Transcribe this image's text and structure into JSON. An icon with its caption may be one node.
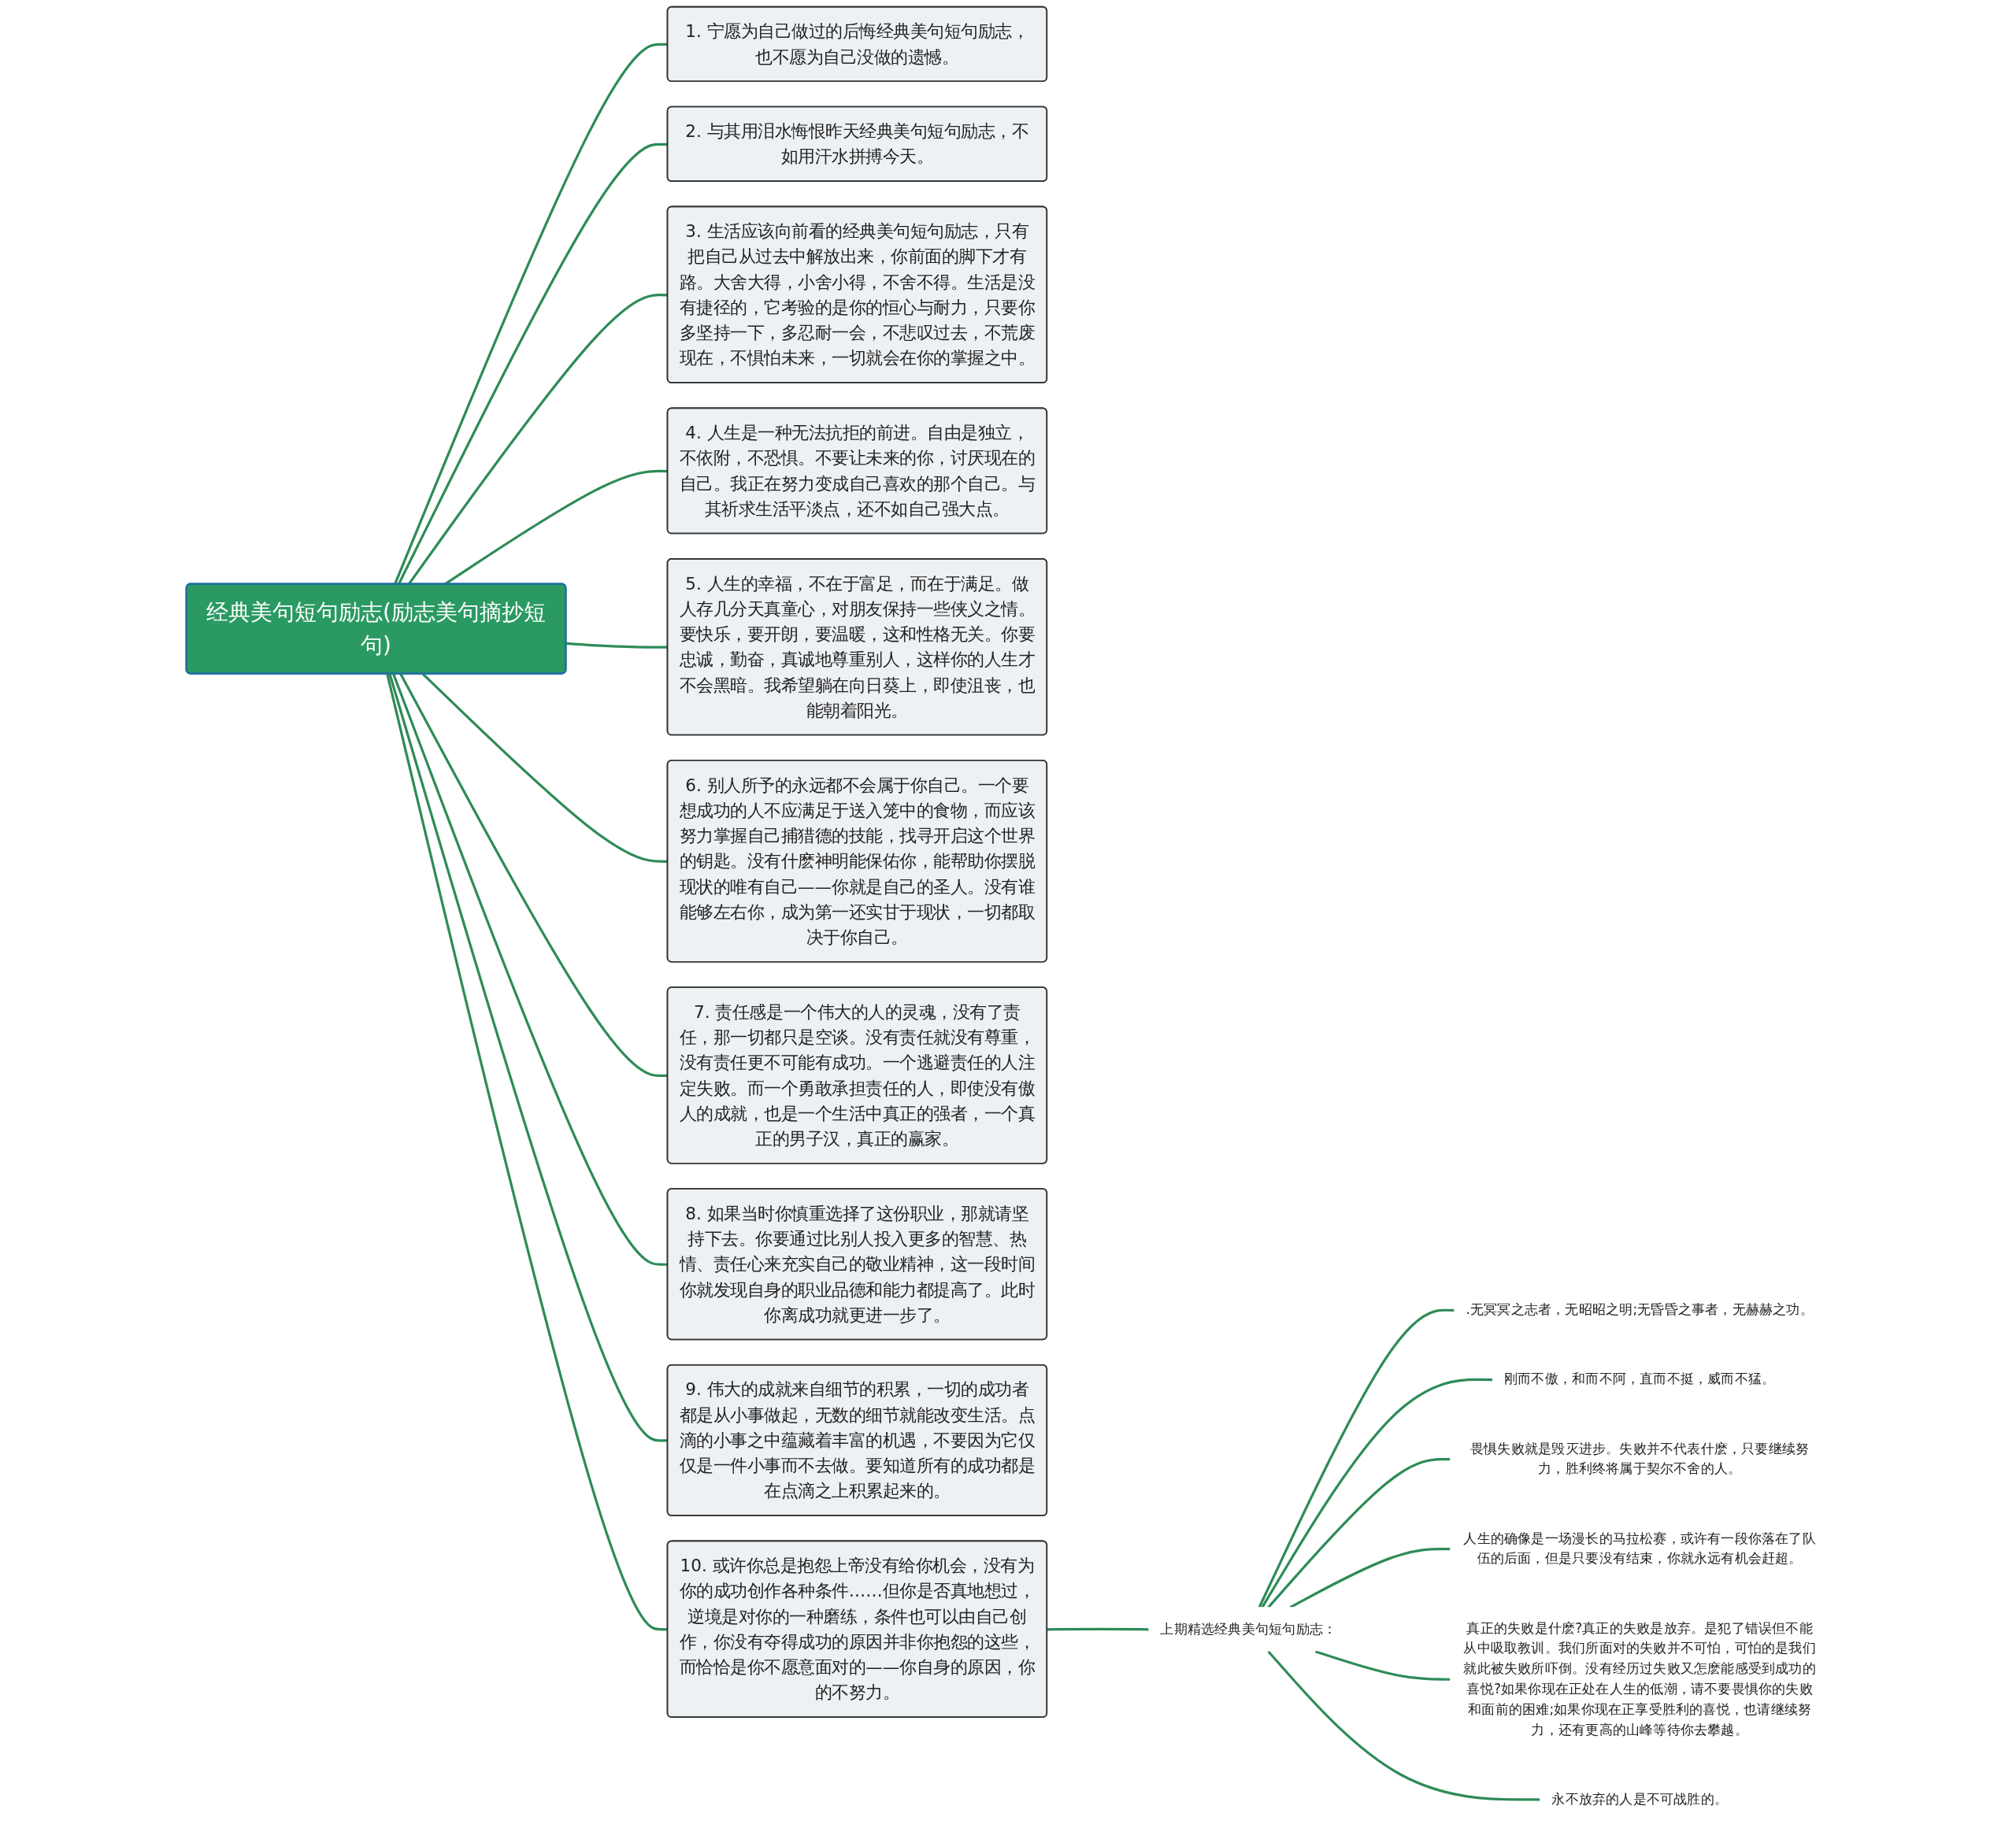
{
  "diagram": {
    "nodes": [
      {
        "text": [
          "经典美句短句励志(励志美句摘抄短句)"
        ]
      },
      {
        "text": [
          "1. 宁愿为自己做过的后悔经典美句短句励志，也不愿为自己没做的遗憾。"
        ]
      },
      {
        "text": [
          "2. 与其用泪水悔恨昨天经典美句短句励志，不如用汗水拼搏今天。"
        ]
      },
      {
        "text": [
          "3. 生活应该向前看的经典美句短句励志，只有把自己从过去中解放出来，你前面的脚下才有路。大舍大得，小舍小得，不舍不得。生活是没有捷径的，它考验的是你的恒心与耐力，只要你多坚持一下，多忍耐一会，不悲叹过去，不荒废现在，不惧怕未来，一切就会在你的掌握之中。"
        ]
      },
      {
        "text": [
          "4. 人生是一种无法抗拒的前进。自由是独立，不依附，不恐惧。不要让未来的你，讨厌现在的自己。我正在努力变成自己喜欢的那个自己。与其祈求生活平淡点，还不如自己强大点。"
        ]
      },
      {
        "text": [
          "5. 人生的幸福，不在于富足，而在于满足。做人存几分天真童心，对朋友保持一些侠义之情。要快乐，要开朗，要温暖，这和性格无关。你要忠诚，勤奋，真诚地尊重别人，这样你的人生才不会黑暗。我希望躺在向日葵上，即使沮丧，也能朝着阳光。"
        ]
      },
      {
        "text": [
          "6. 别人所予的永远都不会属于你自己。一个要想成功的人不应满足于送入笼中的食物，而应该努力掌握自己捕猎德的技能，找寻开启这个世界的钥匙。没有什麽神明能保佑你，能帮助你摆脱现状的唯有自己——你就是自己的圣人。没有谁能够左右你，成为第一还实甘于现状，一切都取决于你自己。"
        ]
      },
      {
        "text": [
          "7. 责任感是一个伟大的人的灵魂，没有了责任，那一切都只是空谈。没有责任就没有尊重，没有责任更不可能有成功。一个逃避责任的人注定失败。而一个勇敢承担责任的人，即使没有傲人的成就，也是一个生活中真正的强者，一个真正的男子汉，真正的赢家。"
        ]
      },
      {
        "text": [
          "8. 如果当时你慎重选择了这份职业，那就请坚持下去。你要通过比别人投入更多的智慧、热情、责任心来充实自己的敬业精神，这一段时间你就发现自身的职业品德和能力都提高了。此时你离成功就更进一步了。"
        ]
      },
      {
        "text": [
          "9. 伟大的成就来自细节的积累，一切的成功者都是从小事做起，无数的细节就能改变生活。点滴的小事之中蕴藏着丰富的机遇，不要因为它仅仅是一件小事而不去做。要知道所有的成功都是在点滴之上积累起来的。"
        ]
      },
      {
        "text": [
          "10. 或许你总是抱怨上帝没有给你机会，没有为你的成功创作各种条件……但你是否真地想过，逆境是对你的一种磨练，条件也可以由自己创作，你没有夺得成功的原因并非你抱怨的这些，而恰恰是你不愿意面对的——你自身的原因，你的不努力。"
        ]
      },
      {
        "text": [
          "上期精选经典美句短句励志："
        ]
      },
      {
        "text": [
          ".无冥冥之志者，无昭昭之明;无昏昏之事者，无赫赫之功。"
        ]
      },
      {
        "text": [
          "刚而不傲，和而不阿，直而不挺，威而不猛。"
        ]
      },
      {
        "text": [
          "畏惧失败就是毁灭进步。失败并不代表什麽，只要继续努力，胜利终将属于契尔不舍的人。"
        ]
      },
      {
        "text": [
          "人生的确像是一场漫长的马拉松赛，或许有一段你落在了队伍的后面，但是只要没有结束，你就永远有机会赶超。"
        ]
      },
      {
        "text": [
          "真正的失败是什麽?真正的失败是放弃。是犯了错误但不能从中吸取教训。我们所面对的失败并不可怕，可怕的是我们就此被失败所吓倒。没有经历过失败又怎麽能感受到成功的喜悦?如果你现在正处在人生的低潮，请不要畏惧你的失败和面前的困难;如果你现在正享受胜利的喜悦，也请继续努力，还有更高的山峰等待你去攀越。"
        ]
      },
      {
        "text": [
          "永不放弃的人是不可战胜的。"
        ]
      }
    ],
    "edges": [
      {
        "from": 0,
        "to": 1,
        "arrow": "none"
      },
      {
        "from": 0,
        "to": 2,
        "arrow": "none"
      },
      {
        "from": 0,
        "to": 3,
        "arrow": "none"
      },
      {
        "from": 0,
        "to": 4,
        "arrow": "none"
      },
      {
        "from": 0,
        "to": 5,
        "arrow": "none"
      },
      {
        "from": 0,
        "to": 6,
        "arrow": "none"
      },
      {
        "from": 0,
        "to": 7,
        "arrow": "none"
      },
      {
        "from": 0,
        "to": 8,
        "arrow": "none"
      },
      {
        "from": 0,
        "to": 9,
        "arrow": "none"
      },
      {
        "from": 0,
        "to": 10,
        "arrow": "none"
      },
      {
        "from": 10,
        "to": 11,
        "arrow": "none"
      },
      {
        "from": 11,
        "to": 12,
        "arrow": "none"
      },
      {
        "from": 11,
        "to": 13,
        "arrow": "none"
      },
      {
        "from": 11,
        "to": 14,
        "arrow": "none"
      },
      {
        "from": 11,
        "to": 15,
        "arrow": "none"
      },
      {
        "from": 11,
        "to": 16,
        "arrow": "none"
      },
      {
        "from": 11,
        "to": 17,
        "arrow": "none"
      }
    ]
  }
}
